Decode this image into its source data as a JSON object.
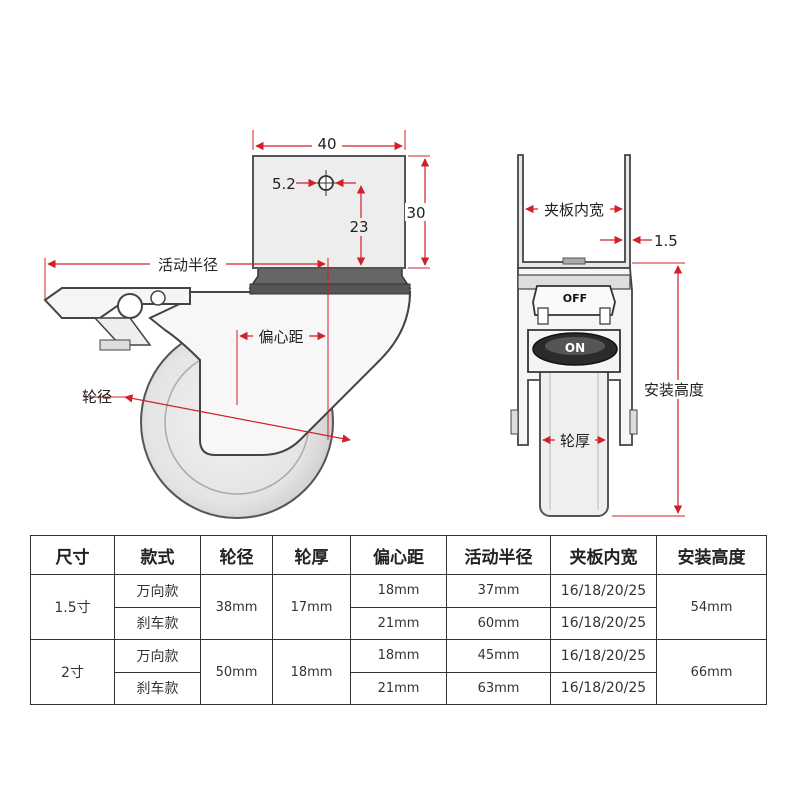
{
  "side_view": {
    "dim_width": "40",
    "dim_hole": "5.2",
    "dim_hole_height": "23",
    "dim_height": "30",
    "swivel_radius": "活动半径",
    "offset": "偏心距",
    "wheel_diameter": "轮径"
  },
  "front_view": {
    "plate_inner_width": "夹板内宽",
    "plate_thickness": "1.5",
    "off_label": "OFF",
    "on_label": "ON",
    "install_height": "安装高度",
    "wheel_width": "轮厚"
  },
  "table": {
    "headers": [
      "尺寸",
      "款式",
      "轮径",
      "轮厚",
      "偏心距",
      "活动半径",
      "夹板内宽",
      "安装高度"
    ],
    "groups": [
      {
        "size": "1.5寸",
        "wheel_diameter": "38mm",
        "wheel_width": "17mm",
        "install_height": "54mm",
        "rows": [
          {
            "style": "万向款",
            "offset": "18mm",
            "swivel_radius": "37mm",
            "plate_width": "16/18/20/25"
          },
          {
            "style": "刹车款",
            "offset": "21mm",
            "swivel_radius": "60mm",
            "plate_width": "16/18/20/25"
          }
        ]
      },
      {
        "size": "2寸",
        "wheel_diameter": "50mm",
        "wheel_width": "18mm",
        "install_height": "66mm",
        "rows": [
          {
            "style": "万向款",
            "offset": "18mm",
            "swivel_radius": "45mm",
            "plate_width": "16/18/20/25"
          },
          {
            "style": "刹车款",
            "offset": "21mm",
            "swivel_radius": "63mm",
            "plate_width": "16/18/20/25"
          }
        ]
      }
    ]
  }
}
